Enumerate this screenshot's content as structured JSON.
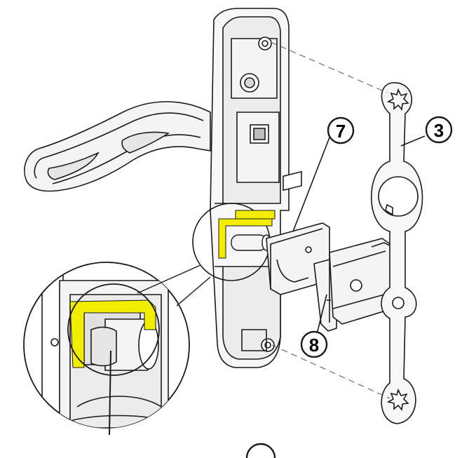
{
  "diagram": {
    "callouts": [
      {
        "id": "part-3",
        "label": "3"
      },
      {
        "id": "part-7",
        "label": "7"
      },
      {
        "id": "part-8",
        "label": "8"
      }
    ],
    "colors": {
      "highlight": "#f2ec00",
      "line": "#1a1a1a",
      "shade": "#e6e6e6",
      "dark_shade": "#bdbdbd"
    }
  }
}
